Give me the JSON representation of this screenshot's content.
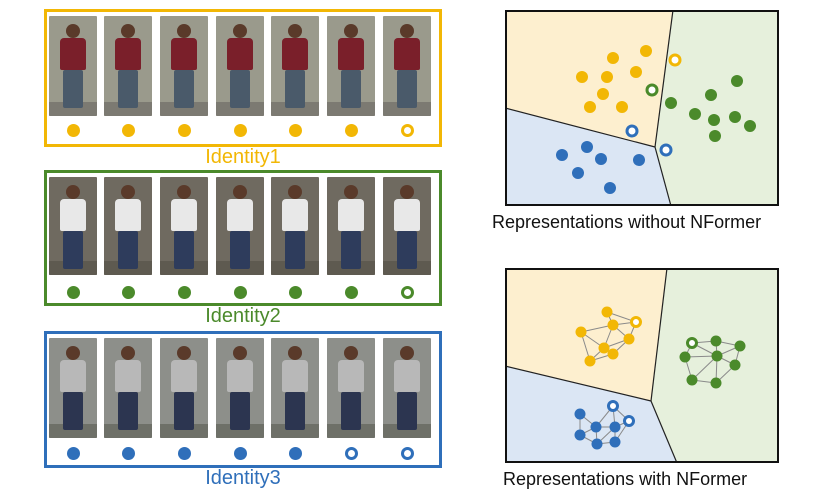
{
  "identities": [
    {
      "label": "Identity1",
      "color": "#f2b705",
      "panel_bg": "#fbeec8",
      "photo_bg": "#9a9a8c",
      "shirt": "#7a1f2a",
      "pants": "#4a5a6a",
      "ground": "#7c7a72",
      "markers": [
        "filled",
        "filled",
        "filled",
        "filled",
        "filled",
        "filled",
        "hollow"
      ]
    },
    {
      "label": "Identity2",
      "color": "#4b8a2b",
      "panel_bg": "#e2edd8",
      "photo_bg": "#6f6a60",
      "shirt": "#e8e8e8",
      "pants": "#2e3c5c",
      "ground": "#5e5a50",
      "markers": [
        "filled",
        "filled",
        "filled",
        "filled",
        "filled",
        "filled",
        "hollow"
      ]
    },
    {
      "label": "Identity3",
      "color": "#2f6fba",
      "panel_bg": "#dbe5f2",
      "photo_bg": "#8d8f8a",
      "shirt": "#b8b8b8",
      "pants": "#2c3550",
      "ground": "#6e7068",
      "markers": [
        "filled",
        "filled",
        "filled",
        "filled",
        "filled",
        "hollow",
        "hollow"
      ]
    }
  ],
  "plots": [
    {
      "caption": "Representations without NFormer",
      "regions": {
        "yellow": "#fdefcf",
        "green": "#e6f0dc",
        "blue": "#dbe6f4"
      },
      "connected": false
    },
    {
      "caption": "Representations with NFormer",
      "regions": {
        "yellow": "#fdefcf",
        "green": "#e6f0dc",
        "blue": "#dbe6f4"
      },
      "connected": true
    }
  ]
}
